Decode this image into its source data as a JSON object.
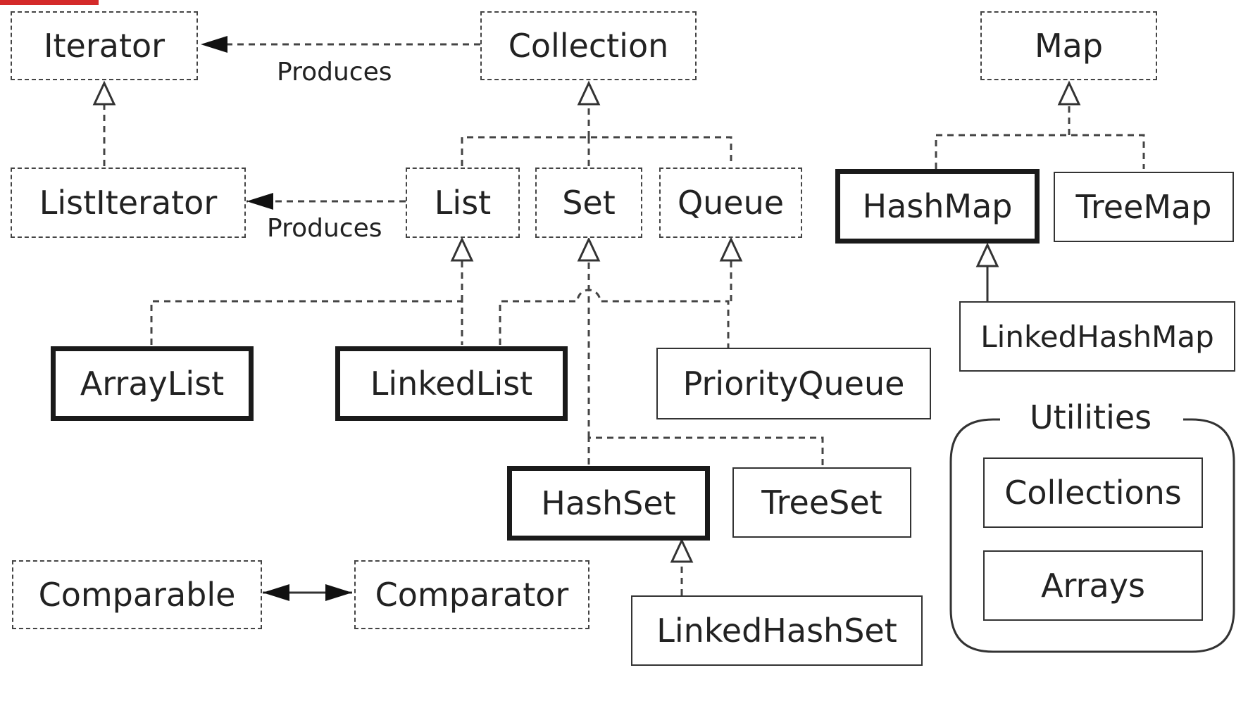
{
  "interfaces": {
    "iterator": "Iterator",
    "collection": "Collection",
    "map": "Map",
    "list_iterator": "ListIterator",
    "list": "List",
    "set": "Set",
    "queue": "Queue",
    "comparable": "Comparable",
    "comparator": "Comparator"
  },
  "classes": {
    "hash_map": "HashMap",
    "tree_map": "TreeMap",
    "linked_hash_map": "LinkedHashMap",
    "array_list": "ArrayList",
    "linked_list": "LinkedList",
    "priority_queue": "PriorityQueue",
    "hash_set": "HashSet",
    "tree_set": "TreeSet",
    "linked_hash_set": "LinkedHashSet"
  },
  "relations": {
    "produces_iterator": "Produces",
    "produces_list_iterator": "Produces"
  },
  "utilities": {
    "title": "Utilities",
    "collections": "Collections",
    "arrays": "Arrays"
  },
  "colors": {
    "line": "#444444",
    "text": "#222222",
    "corner_mark": "#d42a2a"
  }
}
